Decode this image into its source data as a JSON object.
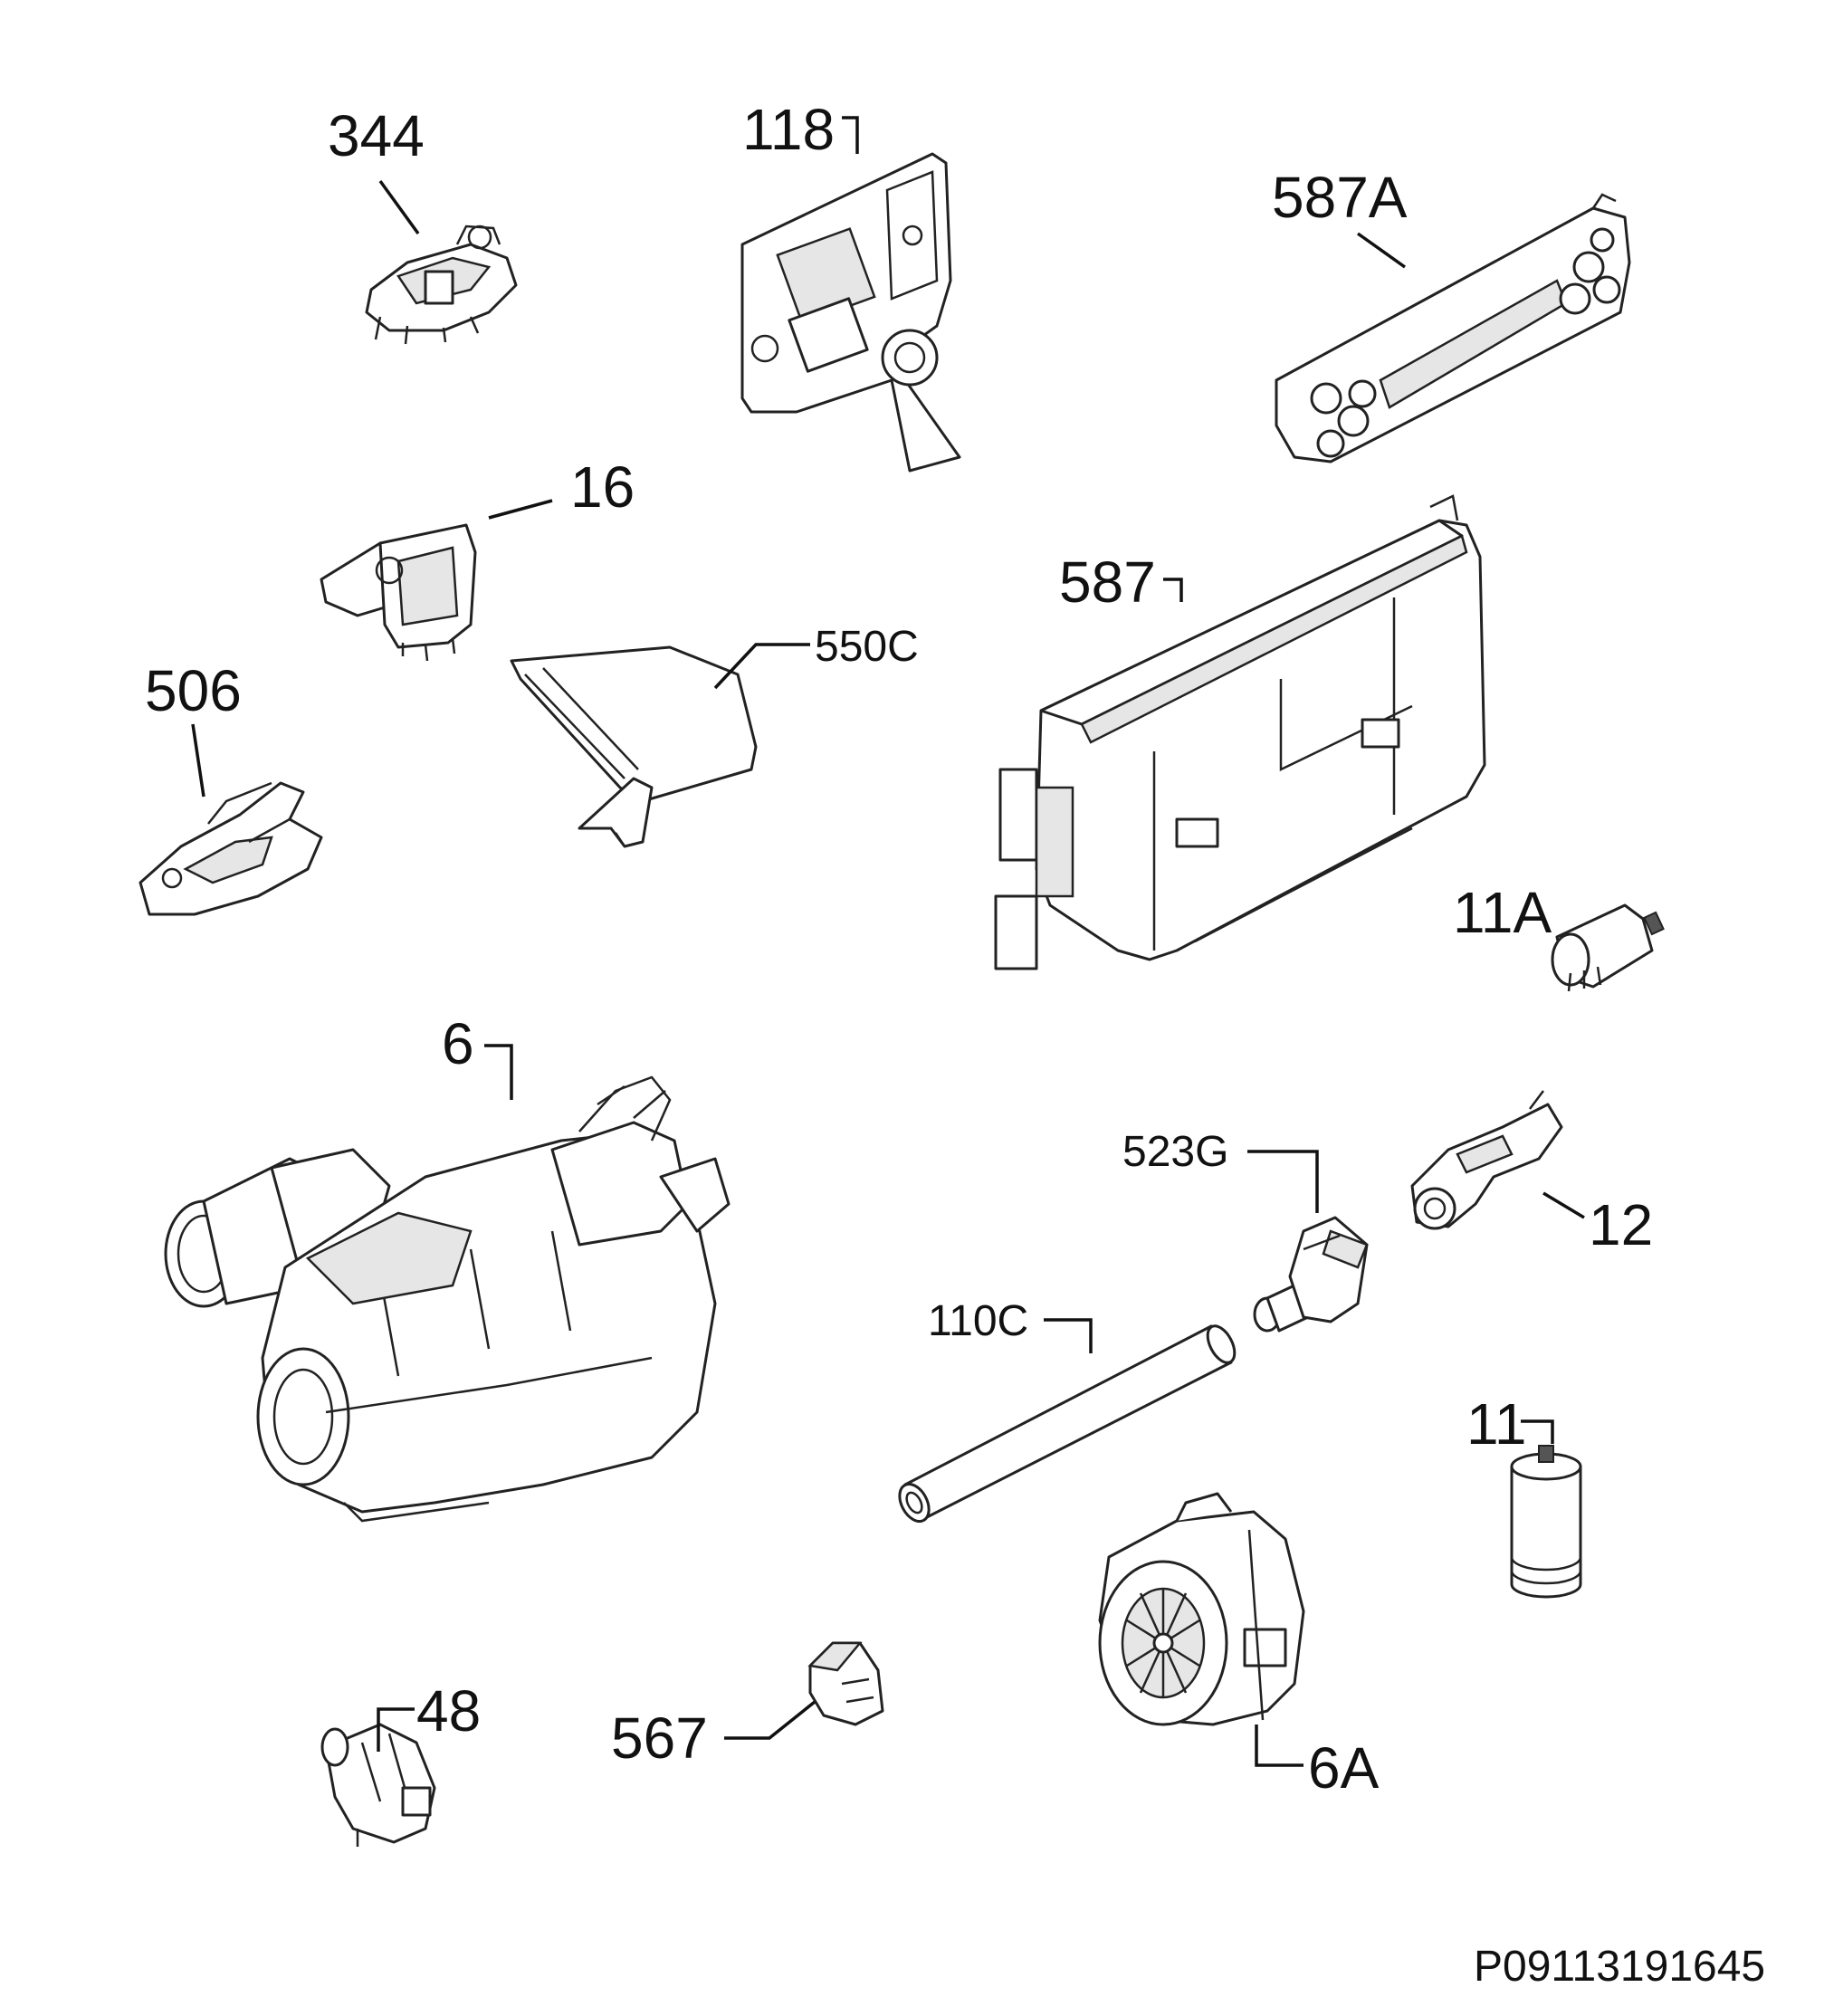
{
  "diagram": {
    "document_code": "P09113191645",
    "parts": [
      {
        "id": "p344",
        "label": "344"
      },
      {
        "id": "p118",
        "label": "118"
      },
      {
        "id": "p587A",
        "label": "587A"
      },
      {
        "id": "p16",
        "label": "16"
      },
      {
        "id": "p587",
        "label": "587"
      },
      {
        "id": "p550C",
        "label": "550C"
      },
      {
        "id": "p506",
        "label": "506"
      },
      {
        "id": "p11A",
        "label": "11A"
      },
      {
        "id": "p6",
        "label": "6"
      },
      {
        "id": "p523G",
        "label": "523G"
      },
      {
        "id": "p12",
        "label": "12"
      },
      {
        "id": "p110C",
        "label": "110C"
      },
      {
        "id": "p11",
        "label": "11"
      },
      {
        "id": "p48",
        "label": "48"
      },
      {
        "id": "p567",
        "label": "567"
      },
      {
        "id": "p6A",
        "label": "6A"
      }
    ]
  }
}
